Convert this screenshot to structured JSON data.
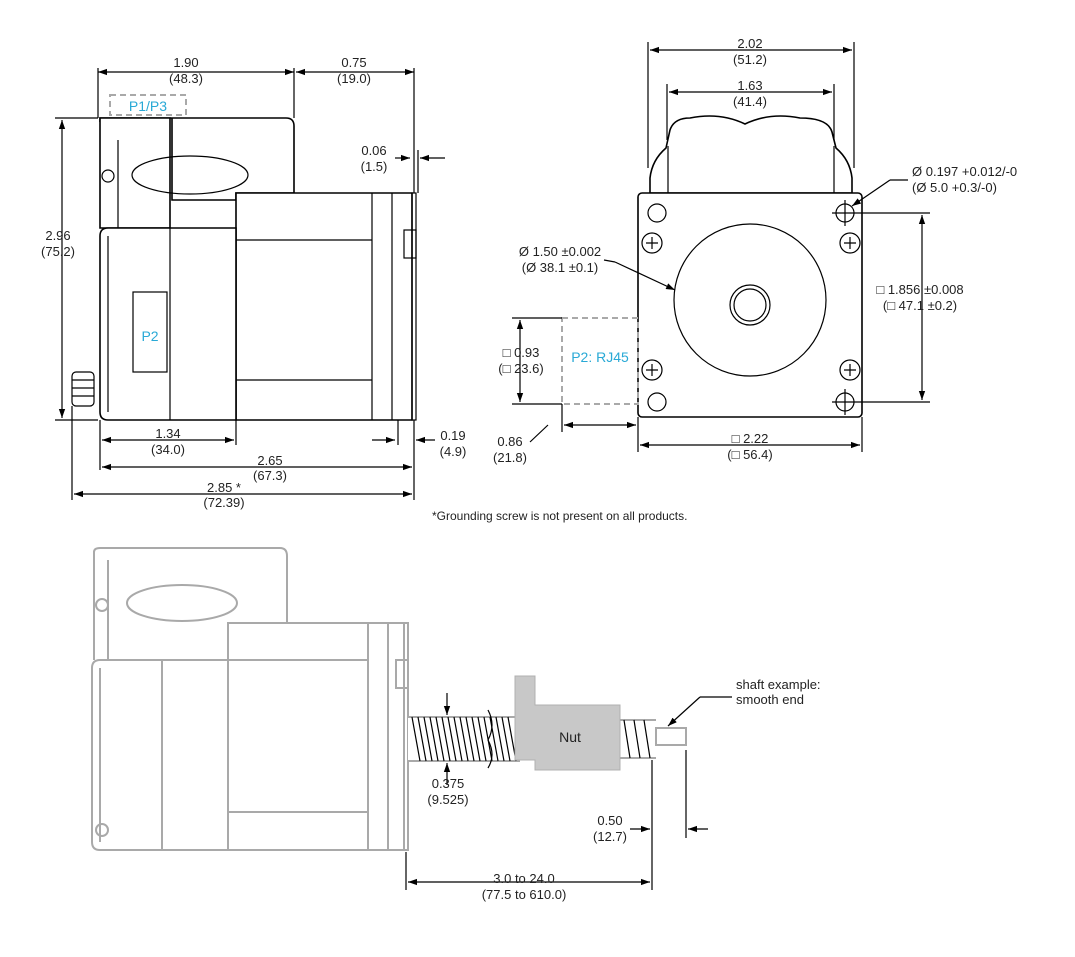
{
  "side_view": {
    "width_190": "1.90",
    "width_190_mm": "(48.3)",
    "w_075": "0.75",
    "w_075_mm": "(19.0)",
    "w_006": "0.06",
    "w_006_mm": "(1.5)",
    "h_296": "2.96",
    "h_296_mm": "(75.2)",
    "w_134": "1.34",
    "w_134_mm": "(34.0)",
    "w_019": "0.19",
    "w_019_mm": "(4.9)",
    "w_265": "2.65",
    "w_265_mm": "(67.3)",
    "w_285": "2.85 *",
    "w_285_mm": "(72.39)",
    "p1p3": "P1/P3",
    "p2": "P2"
  },
  "front_view": {
    "w_202": "2.02",
    "w_202_mm": "(51.2)",
    "w_163": "1.63",
    "w_163_mm": "(41.4)",
    "hole": "Ø 0.197 +0.012/-0",
    "hole_mm": "(Ø 5.0 +0.3/-0)",
    "pilot": "Ø 1.50 ±0.002",
    "pilot_mm": "(Ø 38.1 ±0.1)",
    "bolt": "□ 1.856 ±0.008",
    "bolt_mm": "(□ 47.1 ±0.2)",
    "rj_sq": "□ 0.93",
    "rj_sq_mm": "(□ 23.6)",
    "p2rj45": "P2: RJ45",
    "w_086": "0.86",
    "w_086_mm": "(21.8)",
    "w_222": "□ 2.22",
    "w_222_mm": "(□ 56.4)"
  },
  "footnote": "*Grounding screw is not present on all products.",
  "screw_view": {
    "nut": "Nut",
    "shaft1": "shaft example:",
    "shaft2": "smooth end",
    "dia": "0.375",
    "dia_mm": "(9.525)",
    "end": "0.50",
    "end_mm": "(12.7)",
    "len": "3.0 to 24.0",
    "len_mm": "(77.5 to 610.0)"
  }
}
